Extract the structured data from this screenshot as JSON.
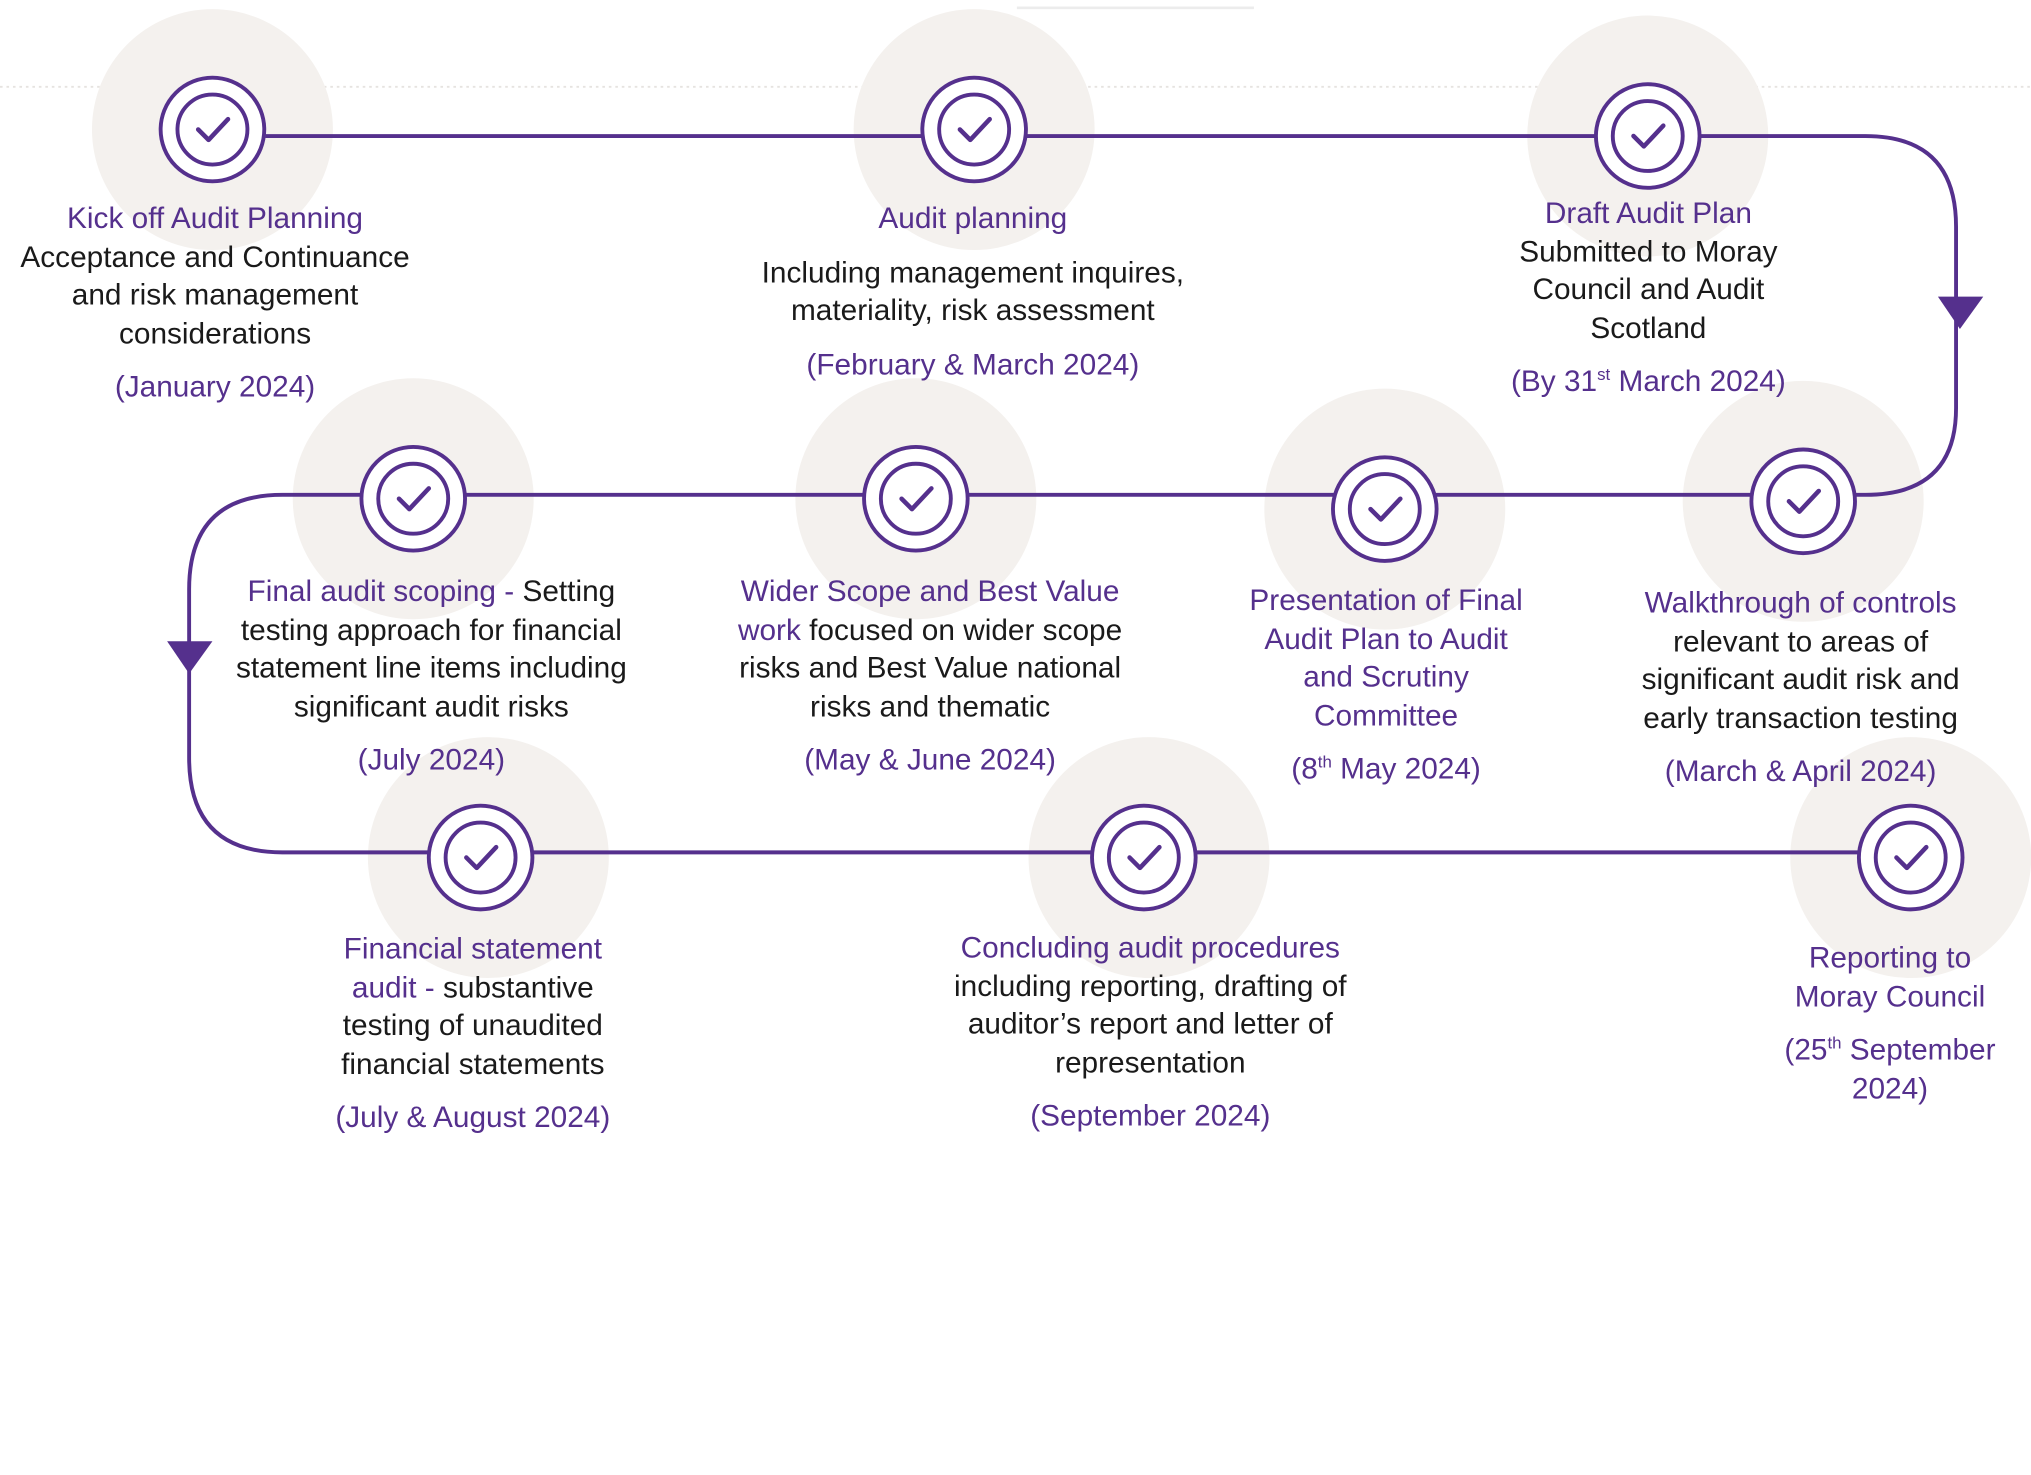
{
  "colors": {
    "accent": "#55308d",
    "halo": "#f4f1ee",
    "text": "#1a1a1a"
  },
  "steps": [
    {
      "title": "Kick off Audit Planning",
      "body": "Acceptance and Continuance and risk management considerations",
      "date": "(January 2024)",
      "icon": "check-circle-icon"
    },
    {
      "title": "Audit planning",
      "body": "Including management inquires, materiality, risk assessment",
      "date": "(February & March 2024)",
      "icon": "check-circle-icon"
    },
    {
      "title": "Draft Audit Plan",
      "body": "Submitted to Moray Council and Audit Scotland",
      "date_prefix": "(By 31",
      "date_sup": "st",
      "date_suffix": " March 2024)",
      "icon": "check-circle-icon"
    },
    {
      "title": "Walkthrough of controls",
      "body": "relevant to areas of significant audit risk and early transaction testing",
      "date": "(March & April 2024)",
      "icon": "check-circle-icon"
    },
    {
      "title": "Presentation of Final Audit Plan to Audit and Scrutiny Committee",
      "date_prefix": "(8",
      "date_sup": "th",
      "date_suffix": " May 2024)",
      "icon": "check-circle-icon"
    },
    {
      "title": "Wider Scope and Best Value work",
      "body": " focused on wider scope risks and Best Value national risks and thematic",
      "date": "(May & June 2024)",
      "icon": "check-circle-icon"
    },
    {
      "title": "Final audit scoping - ",
      "body": "Setting testing approach for financial statement line items including significant audit risks",
      "date": "(July 2024)",
      "icon": "check-circle-icon"
    },
    {
      "title": "Financial statement audit - ",
      "body": "substantive testing of unaudited financial statements",
      "date": "(July & August 2024)",
      "icon": "check-circle-icon"
    },
    {
      "title": "Concluding audit procedures",
      "body": " including reporting, drafting of auditor’s report and letter of representation",
      "date": "(September 2024)",
      "icon": "check-circle-icon"
    },
    {
      "title": "Reporting to Moray Council",
      "date_prefix": "(25",
      "date_sup": "th",
      "date_suffix": " September 2024)",
      "icon": "check-circle-icon"
    }
  ]
}
